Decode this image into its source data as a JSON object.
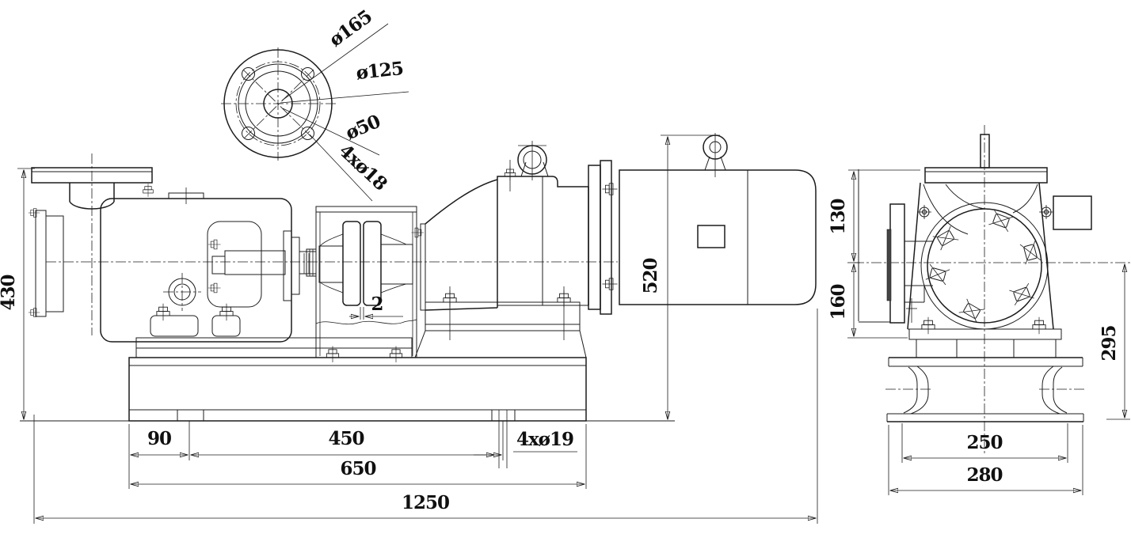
{
  "drawing": {
    "background": "#ffffff",
    "line_color": "#1c1c1c"
  },
  "flange_detail": {
    "outer_diameter": "ø165",
    "bolt_circle_diameter": "ø125",
    "bore_diameter": "ø50",
    "bolt_holes": "4xø18"
  },
  "side_view": {
    "suction_height": "430",
    "overall_height": "520",
    "coupling_gap": "2",
    "foot_hole_offset": "90",
    "foot_hole_spacing": "450",
    "base_length": "650",
    "overall_length": "1250",
    "anchor_holes": "4xø19"
  },
  "end_view": {
    "flange_to_center": "130",
    "center_to_foot": "160",
    "center_to_base_bottom": "295",
    "base_inner_width": "250",
    "base_outer_width": "280"
  }
}
